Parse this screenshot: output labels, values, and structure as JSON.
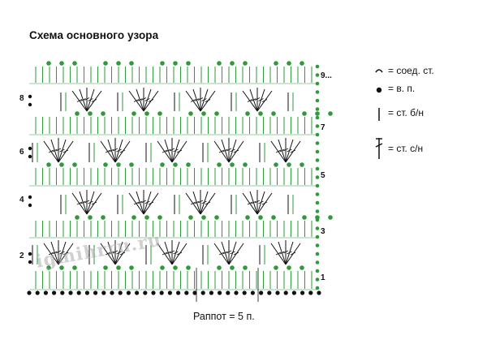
{
  "title": "Схема основного узора",
  "row_numbers_left": [
    "2",
    "4",
    "6",
    "8"
  ],
  "row_numbers_right": [
    "1",
    "3",
    "5",
    "7",
    "9..."
  ],
  "legend": [
    {
      "icon": "slip-stitch-arc-icon",
      "label": "= соед. ст."
    },
    {
      "icon": "chain-stitch-dot-icon",
      "label": "= в. п."
    },
    {
      "icon": "single-crochet-icon",
      "label": "= ст. б/н"
    },
    {
      "icon": "double-crochet-icon",
      "label": "= ст. с/н"
    }
  ],
  "repeat_label": "Раппот = 5 п.",
  "watermark": "igmihrru.ru",
  "colors": {
    "green": "#2e9a3a",
    "black": "#111111"
  }
}
